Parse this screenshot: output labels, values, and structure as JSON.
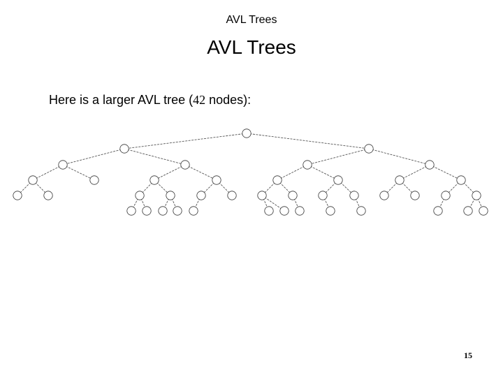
{
  "slide": {
    "header_title": "AVL Trees",
    "title": "AVL Trees",
    "caption_before": "Here is a larger AVL tree (",
    "caption_count": "42",
    "caption_after": " nodes):",
    "page_number": "15"
  },
  "tree": {
    "node_count": 42,
    "edges": [
      [
        0,
        1
      ],
      [
        0,
        2
      ],
      [
        1,
        3
      ],
      [
        1,
        4
      ],
      [
        2,
        5
      ],
      [
        2,
        6
      ],
      [
        3,
        7
      ],
      [
        3,
        8
      ],
      [
        4,
        9
      ],
      [
        4,
        10
      ],
      [
        5,
        11
      ],
      [
        5,
        12
      ],
      [
        6,
        13
      ],
      [
        6,
        14
      ],
      [
        7,
        15
      ],
      [
        7,
        16
      ],
      [
        9,
        17
      ],
      [
        9,
        18
      ],
      [
        10,
        19
      ],
      [
        10,
        20
      ],
      [
        11,
        21
      ],
      [
        11,
        22
      ],
      [
        12,
        23
      ],
      [
        12,
        24
      ],
      [
        13,
        25
      ],
      [
        13,
        26
      ],
      [
        14,
        27
      ],
      [
        14,
        28
      ],
      [
        17,
        29
      ],
      [
        17,
        30
      ],
      [
        18,
        31
      ],
      [
        18,
        32
      ],
      [
        19,
        33
      ],
      [
        21,
        34
      ],
      [
        21,
        35
      ],
      [
        22,
        36
      ],
      [
        23,
        37
      ],
      [
        24,
        38
      ],
      [
        27,
        39
      ],
      [
        28,
        40
      ],
      [
        28,
        41
      ]
    ]
  }
}
